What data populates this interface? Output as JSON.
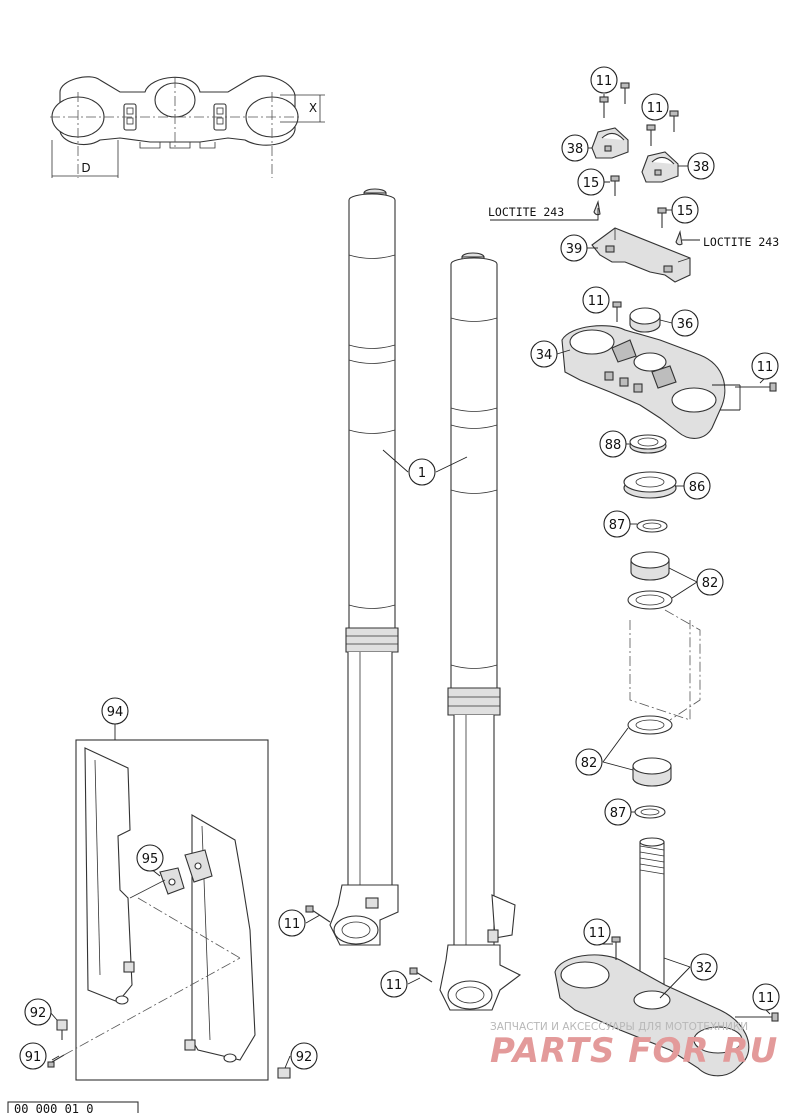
{
  "diagram": {
    "callouts": [
      {
        "id": "c11a",
        "label": "11"
      },
      {
        "id": "c11b",
        "label": "11"
      },
      {
        "id": "c38a",
        "label": "38"
      },
      {
        "id": "c38b",
        "label": "38"
      },
      {
        "id": "c15a",
        "label": "15"
      },
      {
        "id": "c15b",
        "label": "15"
      },
      {
        "id": "c39",
        "label": "39"
      },
      {
        "id": "c11c",
        "label": "11"
      },
      {
        "id": "c36",
        "label": "36"
      },
      {
        "id": "c34",
        "label": "34"
      },
      {
        "id": "c11d",
        "label": "11"
      },
      {
        "id": "c88",
        "label": "88"
      },
      {
        "id": "c86",
        "label": "86"
      },
      {
        "id": "c87a",
        "label": "87"
      },
      {
        "id": "c82a",
        "label": "82"
      },
      {
        "id": "c82b",
        "label": "82"
      },
      {
        "id": "c87b",
        "label": "87"
      },
      {
        "id": "c1",
        "label": "1"
      },
      {
        "id": "c94",
        "label": "94"
      },
      {
        "id": "c95",
        "label": "95"
      },
      {
        "id": "c11e",
        "label": "11"
      },
      {
        "id": "c11f",
        "label": "11"
      },
      {
        "id": "c11g",
        "label": "11"
      },
      {
        "id": "c32",
        "label": "32"
      },
      {
        "id": "c11h",
        "label": "11"
      },
      {
        "id": "c92a",
        "label": "92"
      },
      {
        "id": "c91",
        "label": "91"
      },
      {
        "id": "c92b",
        "label": "92"
      }
    ],
    "notes": {
      "loctite_left": "LOCTITE 243",
      "loctite_right": "LOCTITE 243"
    },
    "dimensions": {
      "d": "D",
      "x": "X"
    },
    "drawing_code": "00 000 01 0"
  },
  "watermark": {
    "subtitle": "ЗАПЧАСТИ И АКСЕССУАРЫ ДЛЯ МОТОТЕХНИКИ",
    "logo": "PARTS FOR RU"
  }
}
